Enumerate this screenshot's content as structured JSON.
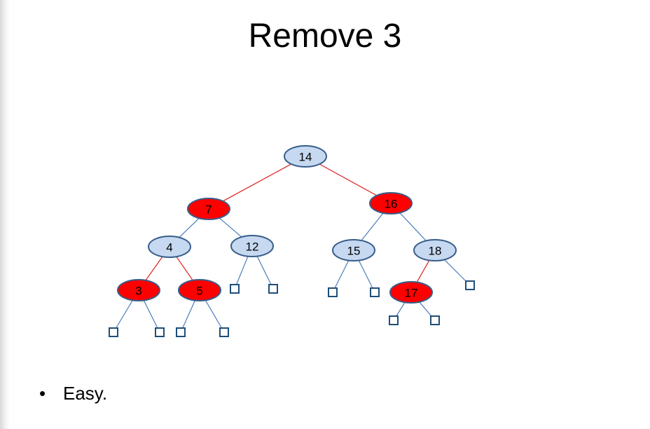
{
  "title": "Remove 3",
  "bullet": {
    "symbol": "•",
    "text": "Easy."
  },
  "colors": {
    "black_node_fill": "#c6d9f1",
    "red_node_fill": "#ff0000",
    "node_stroke": "#385d8a",
    "red_edge": "#e02020",
    "black_edge": "#4a7ebb",
    "leaf_stroke": "#1f4e79"
  },
  "tree": {
    "nodes": [
      {
        "id": "n14",
        "label": "14",
        "color": "black"
      },
      {
        "id": "n7",
        "label": "7",
        "color": "red"
      },
      {
        "id": "n16",
        "label": "16",
        "color": "red"
      },
      {
        "id": "n4",
        "label": "4",
        "color": "black"
      },
      {
        "id": "n12",
        "label": "12",
        "color": "black"
      },
      {
        "id": "n15",
        "label": "15",
        "color": "black"
      },
      {
        "id": "n18",
        "label": "18",
        "color": "black"
      },
      {
        "id": "n3",
        "label": "3",
        "color": "red"
      },
      {
        "id": "n5",
        "label": "5",
        "color": "red"
      },
      {
        "id": "n17",
        "label": "17",
        "color": "red"
      }
    ],
    "edges": [
      {
        "from": "n14",
        "to": "n7",
        "color": "red"
      },
      {
        "from": "n14",
        "to": "n16",
        "color": "red"
      },
      {
        "from": "n7",
        "to": "n4",
        "color": "black"
      },
      {
        "from": "n7",
        "to": "n12",
        "color": "black"
      },
      {
        "from": "n16",
        "to": "n15",
        "color": "black"
      },
      {
        "from": "n16",
        "to": "n18",
        "color": "black"
      },
      {
        "from": "n4",
        "to": "n3",
        "color": "red"
      },
      {
        "from": "n4",
        "to": "n5",
        "color": "red"
      },
      {
        "from": "n18",
        "to": "n17",
        "color": "red"
      },
      {
        "from": "n3",
        "to": "l1",
        "color": "black"
      },
      {
        "from": "n3",
        "to": "l2",
        "color": "black"
      },
      {
        "from": "n5",
        "to": "l3",
        "color": "black"
      },
      {
        "from": "n5",
        "to": "l4",
        "color": "black"
      },
      {
        "from": "n12",
        "to": "l5",
        "color": "black"
      },
      {
        "from": "n12",
        "to": "l6",
        "color": "black"
      },
      {
        "from": "n15",
        "to": "l7",
        "color": "black"
      },
      {
        "from": "n15",
        "to": "l8",
        "color": "black"
      },
      {
        "from": "n17",
        "to": "l9",
        "color": "black"
      },
      {
        "from": "n17",
        "to": "l10",
        "color": "black"
      },
      {
        "from": "n18",
        "to": "l11",
        "color": "black"
      }
    ],
    "leaves": [
      "l1",
      "l2",
      "l3",
      "l4",
      "l5",
      "l6",
      "l7",
      "l8",
      "l9",
      "l10",
      "l11"
    ]
  }
}
